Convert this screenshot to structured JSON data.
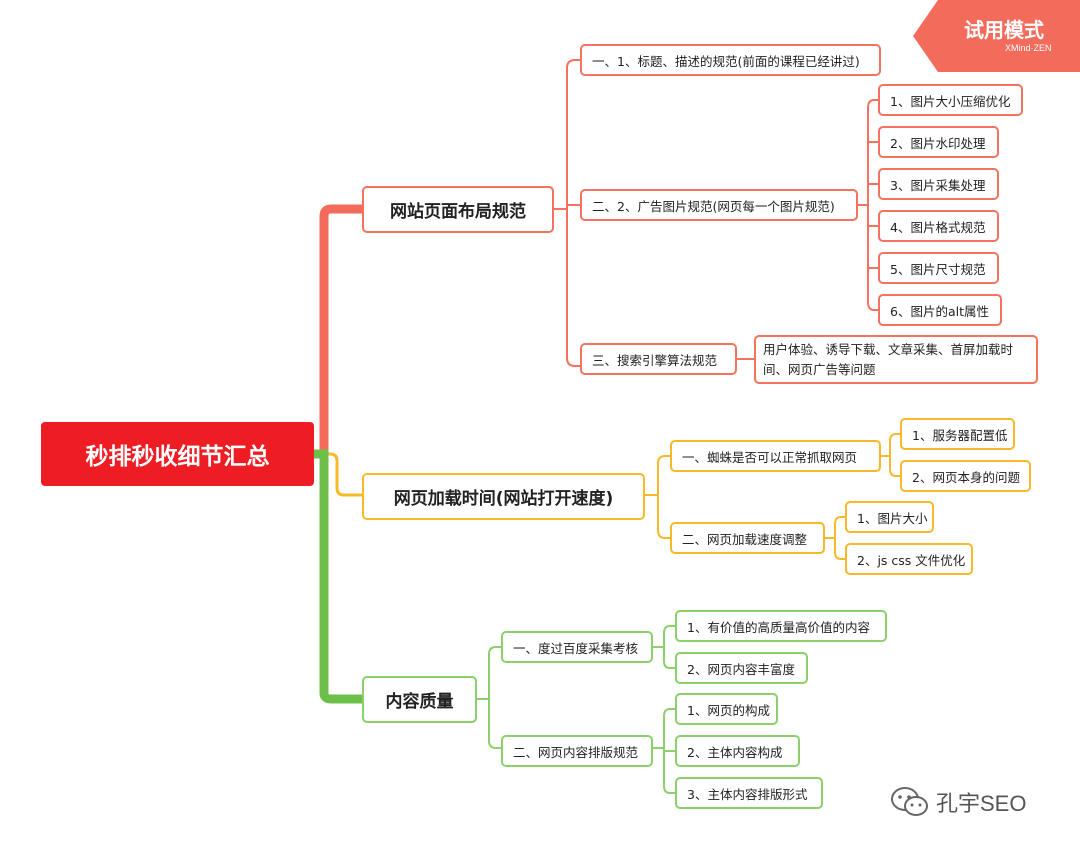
{
  "badge": {
    "title": "试用模式",
    "subtitle": "XMind·ZEN"
  },
  "watermark": {
    "text": "孔宇SEO",
    "icon": "wechat-icon"
  },
  "colors": {
    "root": "#ee1d24",
    "red": "#f47260",
    "yellow": "#f7b92a",
    "green": "#8bd06a",
    "trunk_red": "#f36b5b",
    "trunk_green": "#6cc04a"
  },
  "mindmap": {
    "root": "秒排秒收细节汇总",
    "branches": [
      {
        "label": "网站页面布局规范",
        "children": [
          {
            "label": "一、1、标题、描述的规范(前面的课程已经讲过)",
            "children": []
          },
          {
            "label": "二、2、广告图片规范(网页每一个图片规范)",
            "children": [
              "1、图片大小压缩优化",
              "2、图片水印处理",
              "3、图片采集处理",
              "4、图片格式规范",
              "5、图片尺寸规范",
              "6、图片的alt属性"
            ]
          },
          {
            "label": "三、搜索引擎算法规范",
            "children": [
              "用户体验、诱导下载、文章采集、首屏加载时间、网页广告等问题"
            ]
          }
        ]
      },
      {
        "label": "网页加载时间(网站打开速度)",
        "children": [
          {
            "label": "一、蜘蛛是否可以正常抓取网页",
            "children": [
              "1、服务器配置低",
              "2、网页本身的问题"
            ]
          },
          {
            "label": "二、网页加载速度调整",
            "children": [
              "1、图片大小",
              "2、js css 文件优化"
            ]
          }
        ]
      },
      {
        "label": "内容质量",
        "children": [
          {
            "label": "一、度过百度采集考核",
            "children": [
              "1、有价值的高质量高价值的内容",
              "2、网页内容丰富度"
            ]
          },
          {
            "label": "二、网页内容排版规范",
            "children": [
              "1、网页的构成",
              "2、主体内容构成",
              "3、主体内容排版形式"
            ]
          }
        ]
      }
    ]
  }
}
